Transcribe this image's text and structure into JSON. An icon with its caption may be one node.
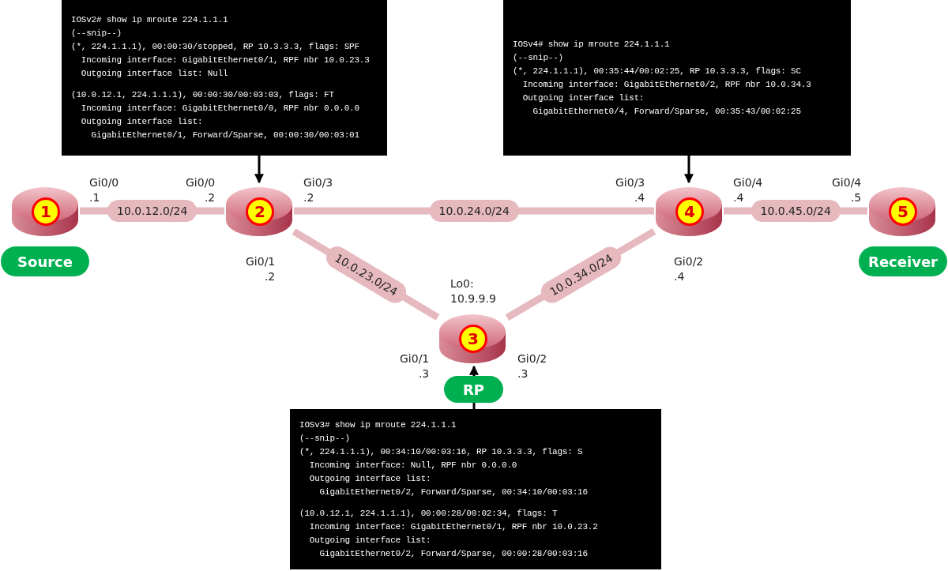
{
  "diagram": {
    "nodes": [
      {
        "text": [
          "IOSv2# show ip mroute 224.1.1.1",
          "(--snip--)",
          "(*, 224.1.1.1), 00:00:30/stopped, RP 10.3.3.3, flags: SPF",
          "  Incoming interface: GigabitEthernet0/1, RPF nbr 10.0.23.3",
          "  Outgoing interface list: Null",
          "(10.0.12.1, 224.1.1.1), 00:00:30/00:03:03, flags: FT",
          "  Incoming interface: GigabitEthernet0/0, RPF nbr 0.0.0.0",
          "  Outgoing interface list:",
          "    GigabitEthernet0/1, Forward/Sparse, 00:00:30/00:03:01"
        ]
      },
      {
        "text": [
          "IOSv4# show ip mroute 224.1.1.1",
          "(--snip--)",
          "(*, 224.1.1.1), 00:35:44/00:02:25, RP 10.3.3.3, flags: SC",
          "  Incoming interface: GigabitEthernet0/2, RPF nbr 10.0.34.3",
          "  Outgoing interface list:",
          "    GigabitEthernet0/4, Forward/Sparse, 00:35:43/00:02:25"
        ]
      },
      {
        "text": [
          "1"
        ]
      },
      {
        "text": [
          "2"
        ]
      },
      {
        "text": [
          "4"
        ]
      },
      {
        "text": [
          "5"
        ]
      },
      {
        "text": [
          "Source"
        ]
      },
      {
        "text": [
          "Receiver"
        ]
      },
      {
        "text": [
          "3"
        ]
      },
      {
        "text": [
          "RP"
        ]
      },
      {
        "text": [
          "IOSv3# show ip mroute 224.1.1.1",
          "(--snip--)",
          "(*, 224.1.1.1), 00:34:10/00:03:16, RP 10.3.3.3, flags: S",
          "  Incoming interface: Null, RPF nbr 0.0.0.0",
          "  Outgoing interface list:",
          "    GigabitEthernet0/2, Forward/Sparse, 00:34:10/00:03:16",
          "(10.0.12.1, 224.1.1.1), 00:00:28/00:02:34, flags: T",
          "  Incoming interface: GigabitEthernet0/1, RPF nbr 10.0.23.2",
          "  Outgoing interface list:",
          "    GigabitEthernet0/2, Forward/Sparse, 00:00:28/00:03:16"
        ]
      }
    ],
    "edges": [
      {
        "from": 0,
        "to": 3,
        "arrow": "to",
        "color": "#000000"
      },
      {
        "from": 1,
        "to": 4,
        "arrow": "to",
        "color": "#000000"
      },
      {
        "from": 2,
        "to": 3,
        "arrow": "none",
        "label": "10.0.12.0/24"
      },
      {
        "from": 3,
        "to": 4,
        "arrow": "none",
        "label": "10.0.24.0/24"
      },
      {
        "from": 4,
        "to": 5,
        "arrow": "none",
        "label": "10.0.45.0/24"
      },
      {
        "from": 3,
        "to": 8,
        "arrow": "none",
        "label": "10.0.23.0/24"
      },
      {
        "from": 8,
        "to": 4,
        "arrow": "none",
        "label": "10.0.34.0/24"
      },
      {
        "from": 10,
        "to": 9,
        "arrow": "none",
        "color": "#000000"
      },
      {
        "from": 9,
        "to": 8,
        "arrow": "to",
        "color": "#000000"
      }
    ],
    "labels": [
      "Gi0/0 .1",
      "Gi0/0 .2",
      "Gi0/3 .2",
      "Gi0/3 .4",
      "Gi0/4 .4",
      "Gi0/4 .5",
      "Gi0/1 .2",
      "Gi0/2 .4",
      "Lo0: 10.9.9.9",
      "Gi0/1 .3",
      "Gi0/2 .3"
    ]
  }
}
